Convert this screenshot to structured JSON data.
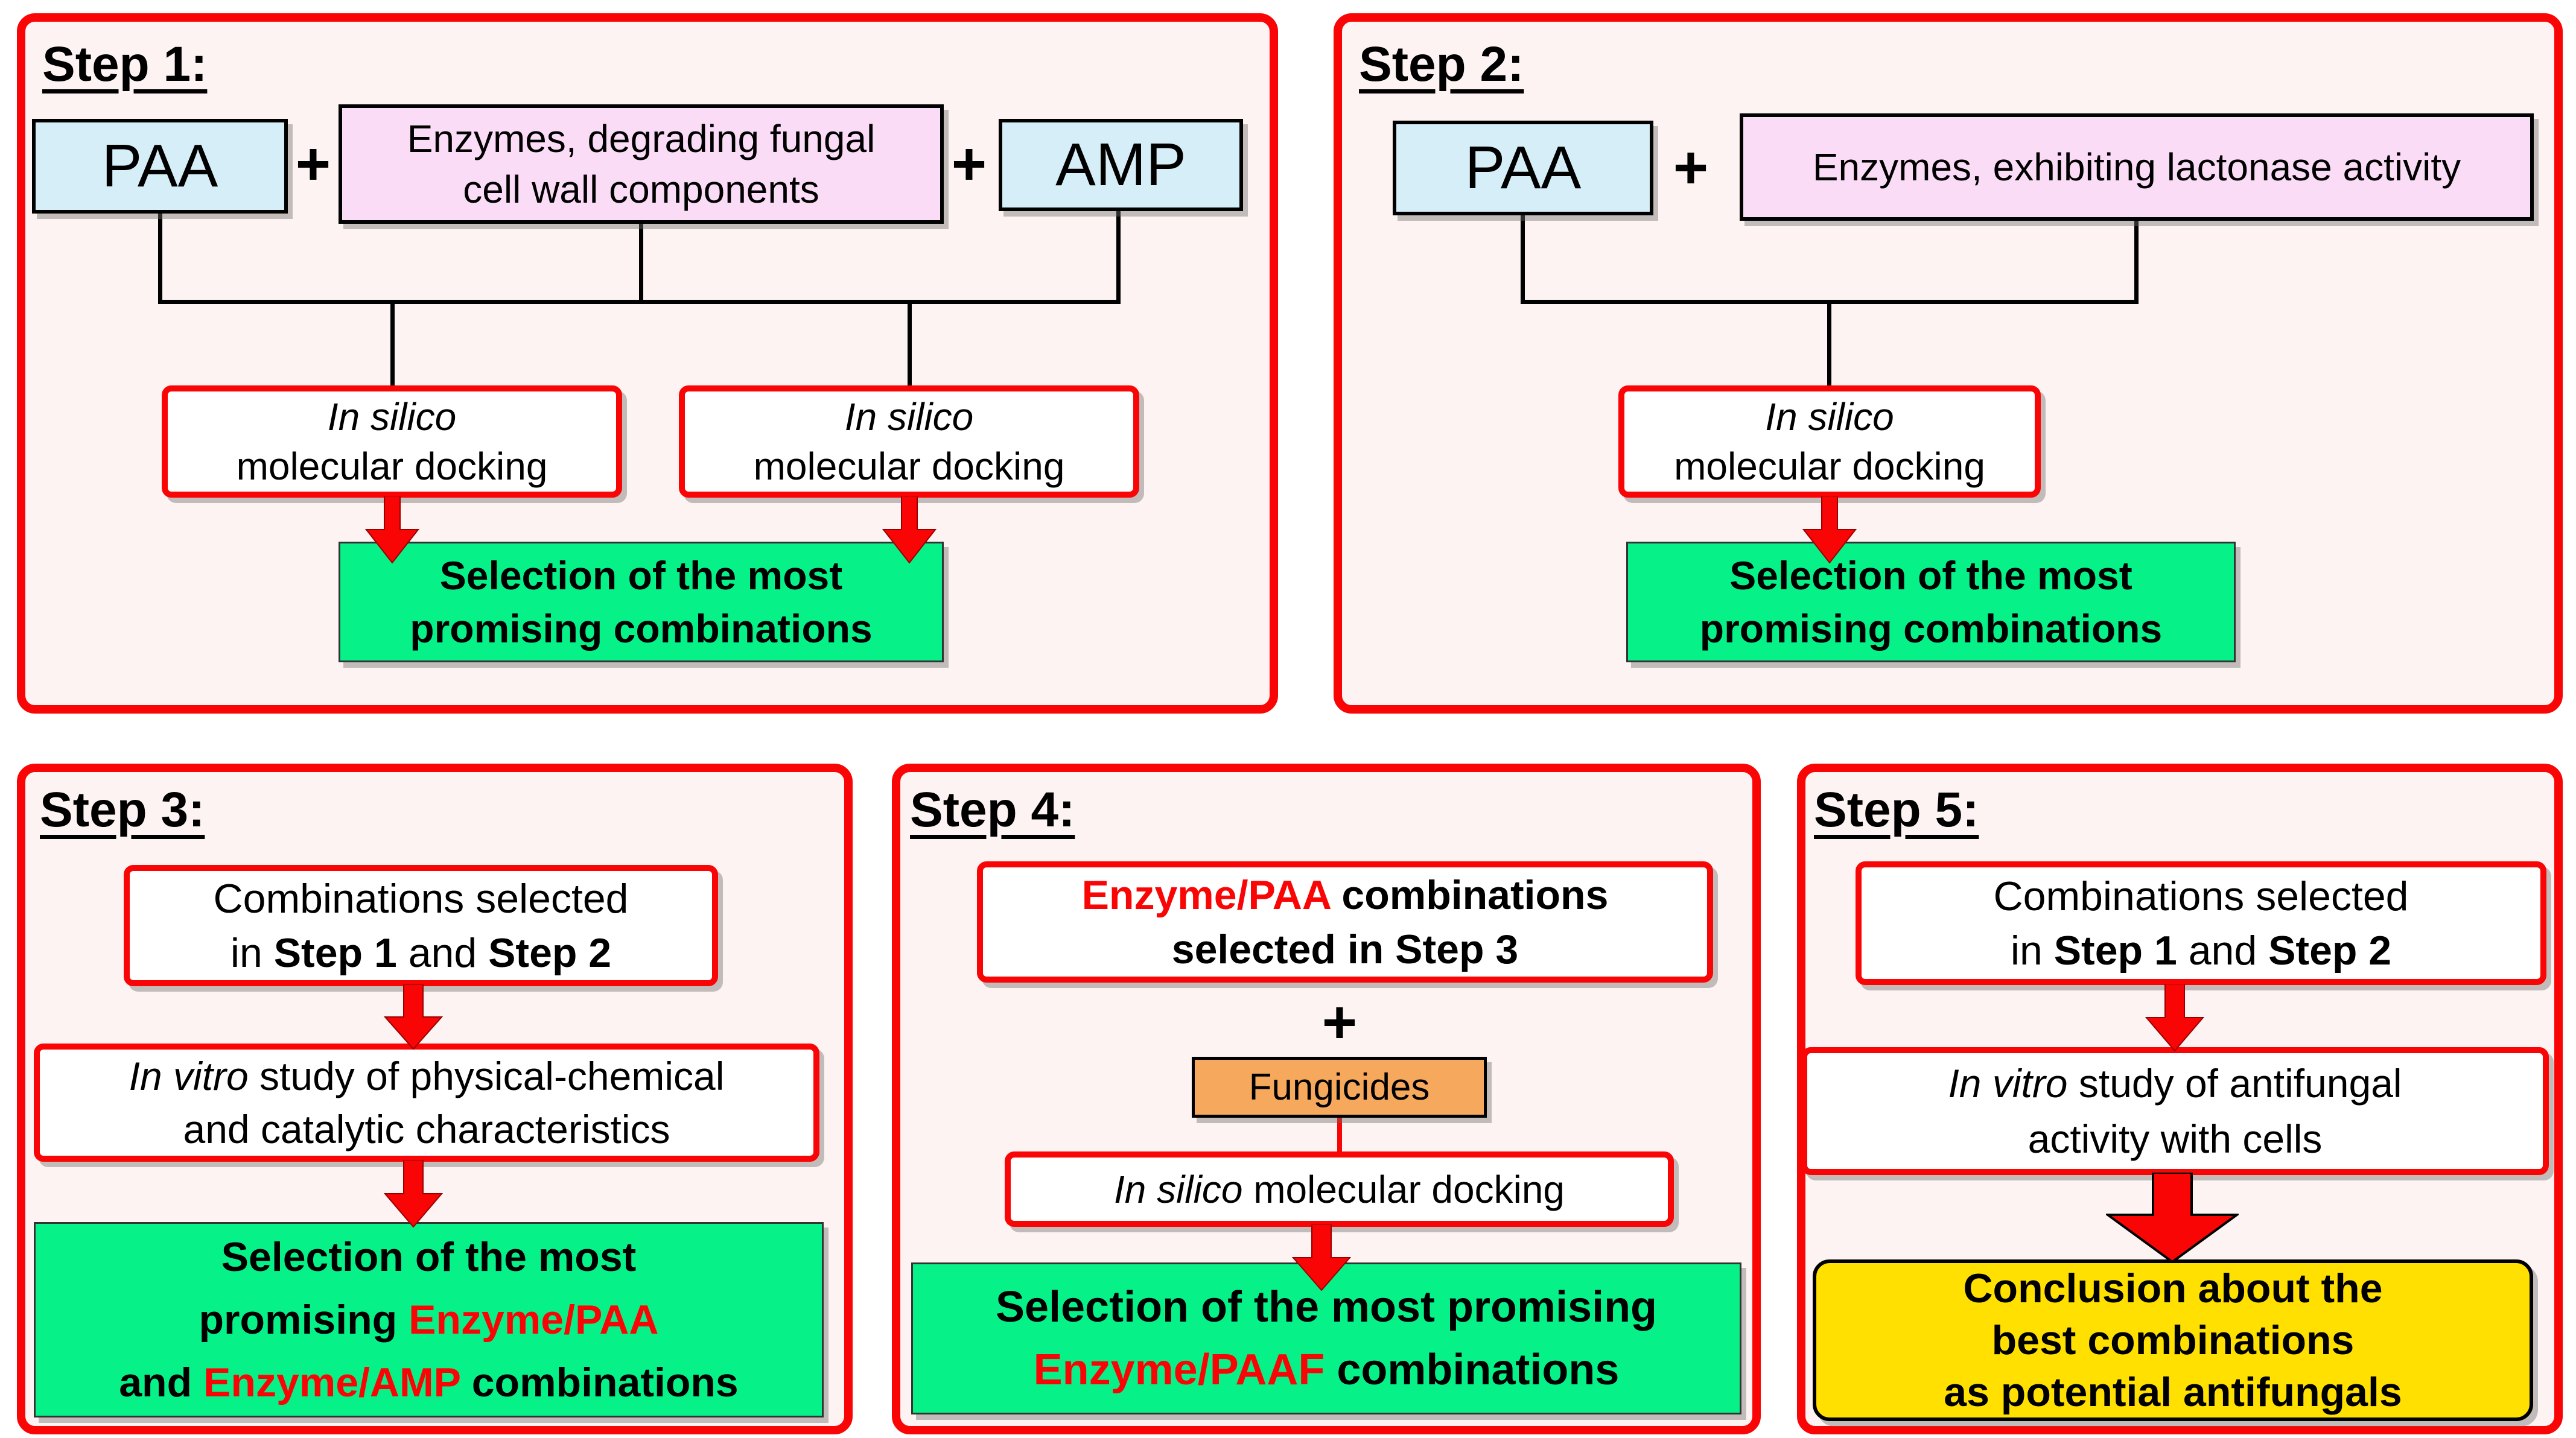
{
  "colors": {
    "page_background": "#FFFFFF",
    "panel_background": "#FDF3F2",
    "panel_border_red": "#FA0505",
    "blue_box": "#D6EEF8",
    "pink_box": "#FBDCF7",
    "green_box": "#06F289",
    "yellow_box": "#FFE001",
    "orange_box": "#F6A95C",
    "red_text": "#FA0505",
    "arrow_red": "#F90505",
    "line_black": "#000000"
  },
  "step1": {
    "title": "Step 1:",
    "paa_label": "PAA",
    "plus_1": "+",
    "enzymes_line1": "Enzymes, degrading fungal",
    "enzymes_line2": "cell wall components",
    "plus_2": "+",
    "amp_label": "AMP",
    "docking_left": {
      "line1_italic": "In silico",
      "line2": "molecular docking"
    },
    "docking_right": {
      "line1_italic": "In silico",
      "line2": "molecular docking"
    },
    "selection_line1": "Selection of the most",
    "selection_line2": "promising combinations"
  },
  "step2": {
    "title": "Step 2:",
    "paa_label": "PAA",
    "plus": "+",
    "enzymes_label": "Enzymes, exhibiting lactonase activity",
    "docking": {
      "line1_italic": "In silico",
      "line2": "molecular docking"
    },
    "selection_line1": "Selection of the most",
    "selection_line2": "promising combinations"
  },
  "step3": {
    "title": "Step 3:",
    "combinations": {
      "line1": "Combinations selected",
      "line2_pre": "in",
      "line2_bold1": "Step 1",
      "line2_mid": "and",
      "line2_bold2": "Step 2"
    },
    "invitro": {
      "line1_italic": "In vitro",
      "line1_rest": "study of physical-chemical",
      "line2": "and catalytic characteristics"
    },
    "selection": {
      "line1": "Selection of the most",
      "line2_black": "promising",
      "line2_red": "Enzyme/PAA",
      "line3_pre": "and",
      "line3_red": "Enzyme/AMP",
      "line3_post": "combinations"
    }
  },
  "step4": {
    "title": "Step 4:",
    "combinations": {
      "line1_red": "Enzyme/PAA",
      "line1_rest": "combinations",
      "line2": "selected in Step 3"
    },
    "plus": "+",
    "fungicides_label": "Fungicides",
    "docking": {
      "line1_italic": "In silico",
      "line1_rest": "molecular docking"
    },
    "selection": {
      "line1": "Selection of the most promising",
      "line2_red": "Enzyme/PAAF",
      "line2_rest": "combinations"
    }
  },
  "step5": {
    "title": "Step 5:",
    "combinations": {
      "line1": "Combinations selected",
      "line2_pre": "in",
      "line2_bold1": "Step 1",
      "line2_mid": "and",
      "line2_bold2": "Step 2"
    },
    "invitro": {
      "line1_italic": "In vitro",
      "line1_rest": "study of antifungal",
      "line2": "activity with cells"
    },
    "conclusion_line1": "Conclusion about the",
    "conclusion_line2": "best combinations",
    "conclusion_line3": "as potential antifungals"
  }
}
